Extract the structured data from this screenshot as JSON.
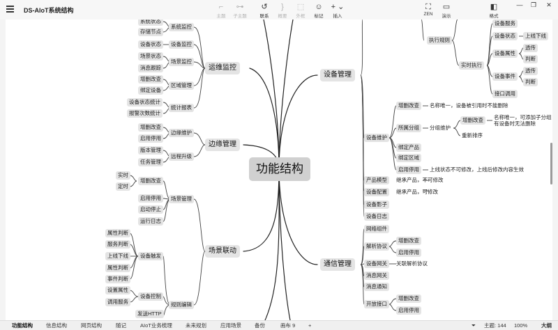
{
  "app": {
    "title": "DS-AIoT系统结构"
  },
  "toolbar": {
    "topic": "主题",
    "subtopic": "子主题",
    "relation": "联系",
    "summary": "概要",
    "boundary": "外框",
    "marker": "标记",
    "insert": "插入",
    "zen": "ZEN",
    "present": "演示",
    "format": "格式"
  },
  "icons": {
    "menu": "hamburger-menu-icon",
    "topic": "topic-icon",
    "subtopic": "subtopic-icon",
    "relation": "relationship-curve-icon",
    "summary": "summary-brace-icon",
    "boundary": "boundary-frame-icon",
    "marker": "smiley-marker-icon",
    "insert": "plus-icon",
    "zen": "fullscreen-icon",
    "present": "presentation-icon",
    "format": "format-panel-icon",
    "minimize": "minimize-icon",
    "maximize": "maximize-icon",
    "close": "close-icon"
  },
  "mindmap": {
    "root": "功能结构",
    "ops": {
      "label": "运维监控",
      "system_monitor": "系统监控",
      "system_status": "系统状态",
      "storage_nodes": "存储节点",
      "device_monitor": "设备监控",
      "device_status": "设备状态",
      "scene_monitor": "场景监控",
      "scene_status": "场景状态",
      "message_trace": "消息跟踪",
      "area_mgmt": "区域管理",
      "crud": "增删改查",
      "bind_device": "绑定设备",
      "stats_report": "统计报表",
      "device_status_stats": "设备状态统计",
      "alarm_count_stats": "报警次数统计"
    },
    "edge": {
      "label": "边缘管理",
      "edge_maintain": "边缘维护",
      "crud": "增删改查",
      "enable_disable": "启用停用",
      "remote_upgrade": "远程升级",
      "version_mgmt": "版本管理",
      "task_mgmt": "任务管理"
    },
    "scene": {
      "label": "场景联动",
      "scene_mgmt": "场景管理",
      "crud": "增删改查",
      "realtime": "实时",
      "scheduled": "定时",
      "enable_disable": "启用停用",
      "start_stop": "启动停止",
      "run_log": "运行日志",
      "rule_edit": "规则编辑",
      "device_trigger": "设备触发",
      "attr_judge_1": "属性判断",
      "service_judge": "服务判断",
      "online_offline": "上线下线",
      "attr_judge_2": "属性判断",
      "event_judge": "事件判断",
      "device_control": "设备控制",
      "set_attr": "设置属性",
      "call_service": "调用服务",
      "send_http": "发送HTTP"
    },
    "device": {
      "label": "设备管理",
      "device_service": "设备服务",
      "exec_rule": "执行规则",
      "realtime_exec": "实时执行",
      "device_status": "设备状态",
      "online_offline": "上线下线",
      "device_attr": "设备属性",
      "transparent_1": "透传",
      "judge_1": "判断",
      "device_event": "设备事件",
      "transparent_2": "透传",
      "judge_2": "判断",
      "interface_call": "接口调用",
      "device_maintain": "设备维护",
      "dm_crud": "增删改查",
      "dm_crud_note": "名称唯一，设备被引用时不能删除",
      "group": "所属分组",
      "group_maintain": "分组维护",
      "gm_crud": "增删改查",
      "gm_crud_note_1": "名称唯一，可添加子分组",
      "gm_crud_note_2": "有设备时无法删除",
      "reorder": "重新排序",
      "bind_product": "绑定产品",
      "bind_area": "绑定区域",
      "enable_disable": "启用停用",
      "enable_note": "上线状态不可修改，上线后修改内容生效",
      "product_model": "产品模型",
      "product_model_note": "继承产品，不可修改",
      "device_config": "设备配置",
      "device_config_note": "继承产品，可修改",
      "device_shadow": "设备影子",
      "device_log": "设备日志"
    },
    "comm": {
      "label": "通信管理",
      "network_comp": "网络组件",
      "parse_protocol": "解析协议",
      "pp_crud": "增删改查",
      "pp_enable": "启用停用",
      "device_gateway": "设备网关",
      "gateway_note": "关联解析协议",
      "message_gateway": "消息网关",
      "message_notify": "消息通知",
      "open_api": "开放接口",
      "oa_crud": "增删改查",
      "oa_enable": "启用停用"
    }
  },
  "tabs": [
    "功能结构",
    "信息结构",
    "网页结构",
    "随记",
    "AIoT业务梳理",
    "未来规划",
    "应用场景",
    "备份",
    "画布 9"
  ],
  "active_tab": "功能结构",
  "status": {
    "add_tab": "+",
    "filter": "⏷",
    "topic_count": "主题: 144",
    "zoom": "100%",
    "outline": "大纲"
  },
  "colors": {
    "node_bg": "#e4e4e4",
    "root_bg": "#d0d0d0",
    "line": "#222222",
    "canvas": "#ffffff"
  }
}
